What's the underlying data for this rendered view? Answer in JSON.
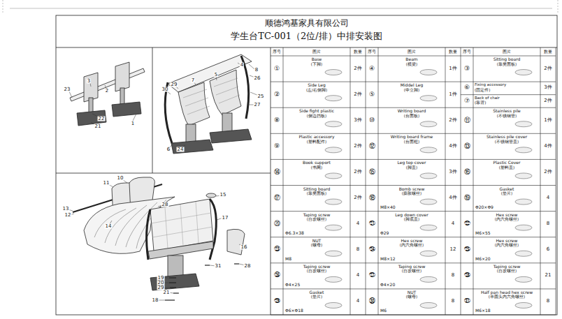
{
  "diagram": {
    "title": "学生台TC-001（2位/排）中排安装图",
    "labels": [
      "顺德鸿基家具有限公司",
      "序号",
      "图片",
      "数量",
      "序号",
      "图片",
      "数量",
      "序号",
      "图片",
      "数量",
      "①",
      "Base",
      "(下脚)",
      "2件",
      "④",
      "Beam",
      "(横梁)",
      "1件",
      "③",
      "Sitting board",
      "(靠凳面板)",
      "2件",
      "②",
      "Side Leg",
      "(左/右侧脚)",
      "2件",
      "⑤",
      "Middel Leg",
      "(中立脚)",
      "1件",
      "⑥",
      "Fixing accessory",
      "(固定件)",
      "3件",
      "⑦",
      "Back of chair",
      "(靠背)",
      "2件",
      "⑧",
      "Side fight plastic",
      "(侧边挡板)",
      "3件",
      "⑩",
      "Writing board",
      "(台面板)",
      "2件",
      "⑪",
      "Stainless pile",
      "(不锈钢管)",
      "1件",
      "⑨",
      "Plastic accessory",
      "(塑料配件)",
      "2件",
      "⑫",
      "Writing board frame",
      "(台面框)",
      "4件",
      "⑬",
      "Stainless pile cover",
      "(不锈钢管盖)",
      "4件",
      "⑭",
      "Book support",
      "(书网)",
      "2件",
      "⑮",
      "Leg top cover",
      "(脚盖)",
      "3件",
      "⑯",
      "Plastic Cover",
      "(塑料盖)",
      "2件",
      "⑰",
      "Sitting board",
      "(靠凳面板)",
      "2件",
      "⑱",
      "Bomb screw",
      "(膨胀螺丝)",
      "M8×40",
      "4件",
      "⑲",
      "Gasket",
      "(垫片)",
      "Φ20×Φ9",
      "4",
      "⑳",
      "Taping screw",
      "(自攻螺丝)",
      "Φ6.3×38",
      "4",
      "㉑",
      "Leg down cover",
      "(脚底盖)",
      "Φ29",
      "4",
      "㉒",
      "Hex screw",
      "(内六角螺丝)",
      "M6×55",
      "8",
      "㉓",
      "NUT",
      "(螺母)",
      "M8",
      "8",
      "㉔",
      "Hex screw",
      "(内六角螺丝)",
      "M8×12",
      "12",
      "㉕",
      "Hex screw",
      "(内六角螺丝)",
      "M6×20",
      "6",
      "㉖",
      "Taping screw",
      "(自攻螺丝)",
      "Φ4×25",
      "4",
      "㉗",
      "Taping screw",
      "(自攻螺丝)",
      "Φ4×20",
      "8",
      "㉘",
      "Taping screw",
      "(自攻螺丝)",
      "21",
      "㉙",
      "Gasket",
      "(垫片)",
      "Φ6×Φ18",
      "4",
      "㉚",
      "NUT",
      "(螺母)",
      "M6",
      "8",
      "㉛",
      "Half pan head hex screw",
      "(半圆头内六角螺丝)",
      "M6×18",
      "8",
      "23",
      "3",
      "2",
      "22",
      "21",
      "1",
      "30",
      "29",
      "7",
      "5",
      "4",
      "8",
      "26",
      "25",
      "27",
      "6",
      "24",
      "11",
      "10",
      "13",
      "12",
      "28",
      "14",
      "15",
      "17",
      "16",
      "31",
      "28",
      "19",
      "20",
      "29",
      "21",
      "18"
    ]
  }
}
